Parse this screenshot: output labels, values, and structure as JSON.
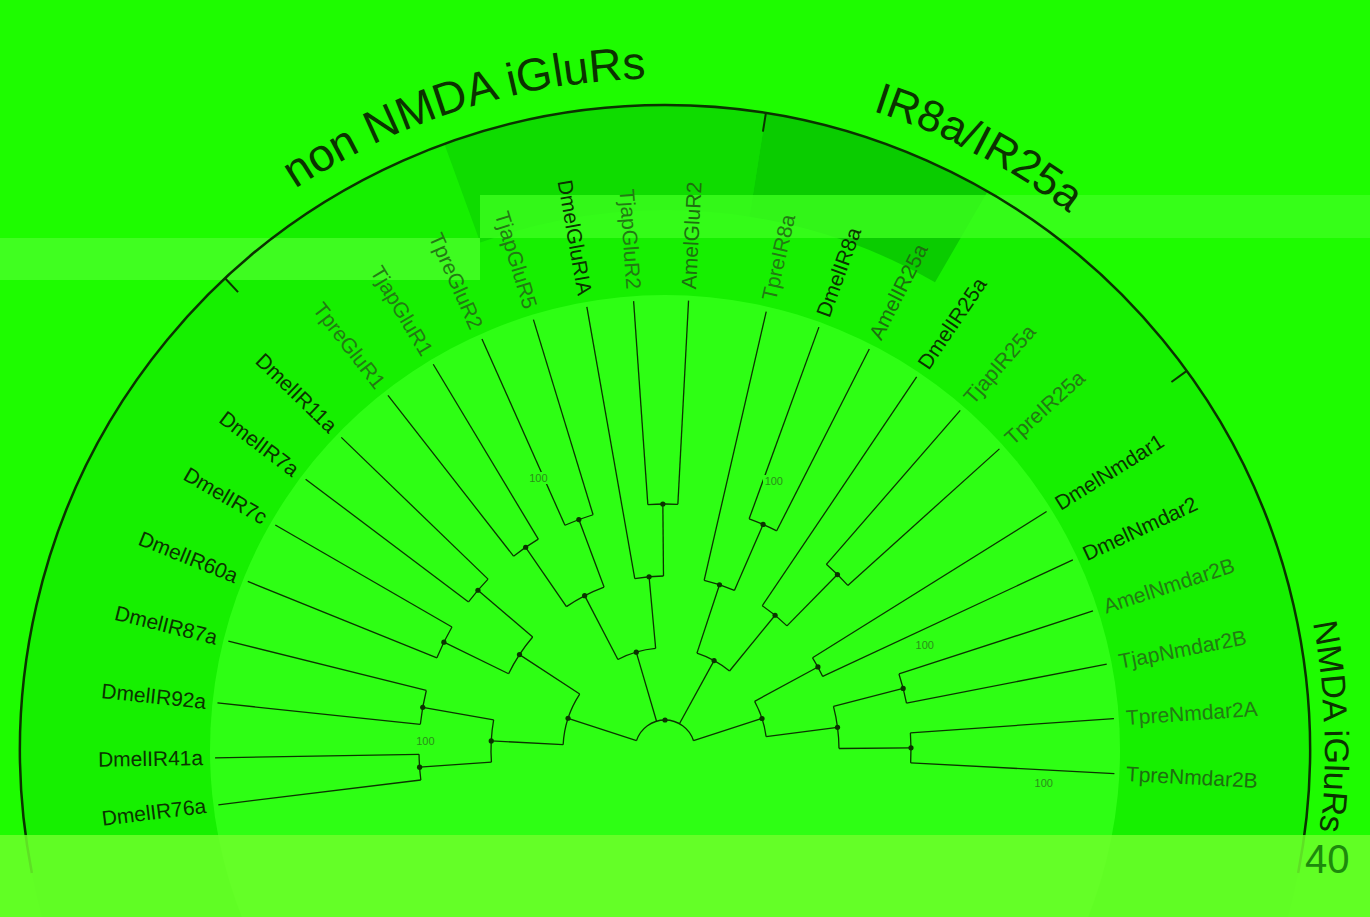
{
  "diagram": {
    "labels": [
      "non NMDA iGluRs",
      "IR8a/IR25a",
      "NMDA iGluRs",
      "DmelIR76a",
      "DmelIR41a",
      "DmelIR92a",
      "DmelIR87a",
      "DmelIR60a",
      "DmelIR7c",
      "DmelIR7a",
      "DmelIR11a",
      "TpreGluR1",
      "TjapGluR1",
      "TpreGluR2",
      "TjapGluR5",
      "DmelGluRIA",
      "TjapGluR2",
      "AmelGluR2",
      "TpreIR8a",
      "DmelIR8a",
      "AmelIR25a",
      "DmelIR25a",
      "TjapIR25a",
      "TpreIR25a",
      "DmelNmdar1",
      "DmelNmdar2",
      "AmelNmdar2B",
      "TjapNmdar2B",
      "TpreNmdar2A",
      "TpreNmdar2B",
      "100",
      "100",
      "100",
      "100",
      "100",
      "40"
    ]
  }
}
